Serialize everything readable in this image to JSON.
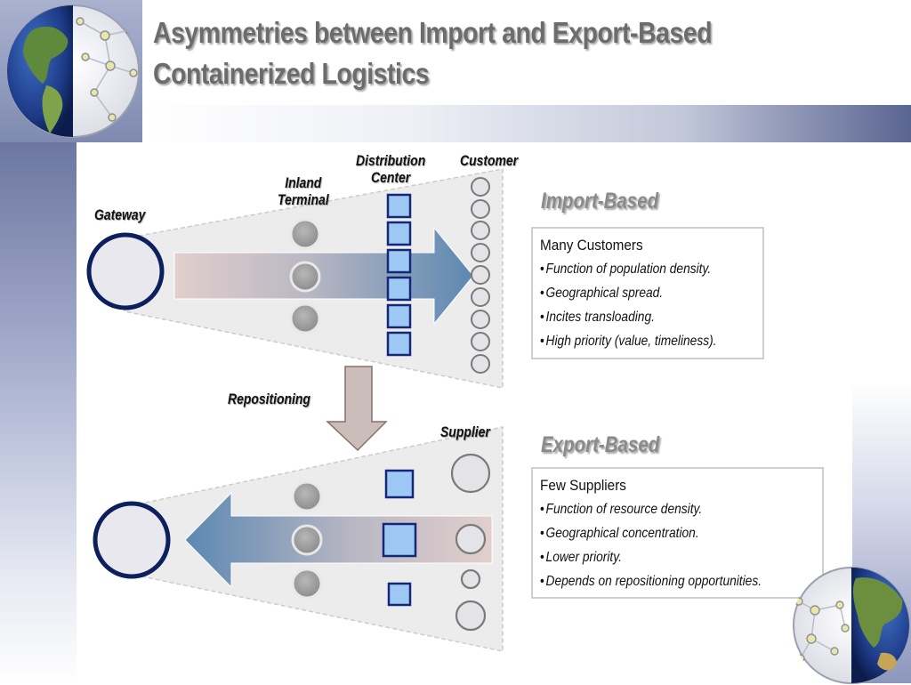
{
  "slide": {
    "title_line1": "Asymmetries between Import and Export-Based",
    "title_line2": "Containerized Logistics"
  },
  "diagram": {
    "labels": {
      "gateway": "Gateway",
      "inland_terminal_l1": "Inland",
      "inland_terminal_l2": "Terminal",
      "distribution_center_l1": "Distribution",
      "distribution_center_l2": "Center",
      "customer": "Customer",
      "repositioning": "Repositioning",
      "supplier": "Supplier"
    },
    "import_section": {
      "heading": "Import-Based",
      "box_title": "Many Customers",
      "bullets": [
        "Function of population density.",
        "Geographical spread.",
        "Incites transloading.",
        "High priority (value, timeliness)."
      ]
    },
    "export_section": {
      "heading": "Export-Based",
      "box_title": "Few Suppliers",
      "bullets": [
        "Function of resource density.",
        "Geographical concentration.",
        "Lower priority.",
        "Depends on repositioning opportunities."
      ]
    },
    "colors": {
      "node_outline": "#0d1f5c",
      "dc_fill": "#9ec8f4",
      "dc_outline": "#14287a",
      "arrow_light": "#d9c8c8",
      "arrow_dark": "#5c88b2",
      "reposition_arrow": "#cabdba"
    }
  }
}
